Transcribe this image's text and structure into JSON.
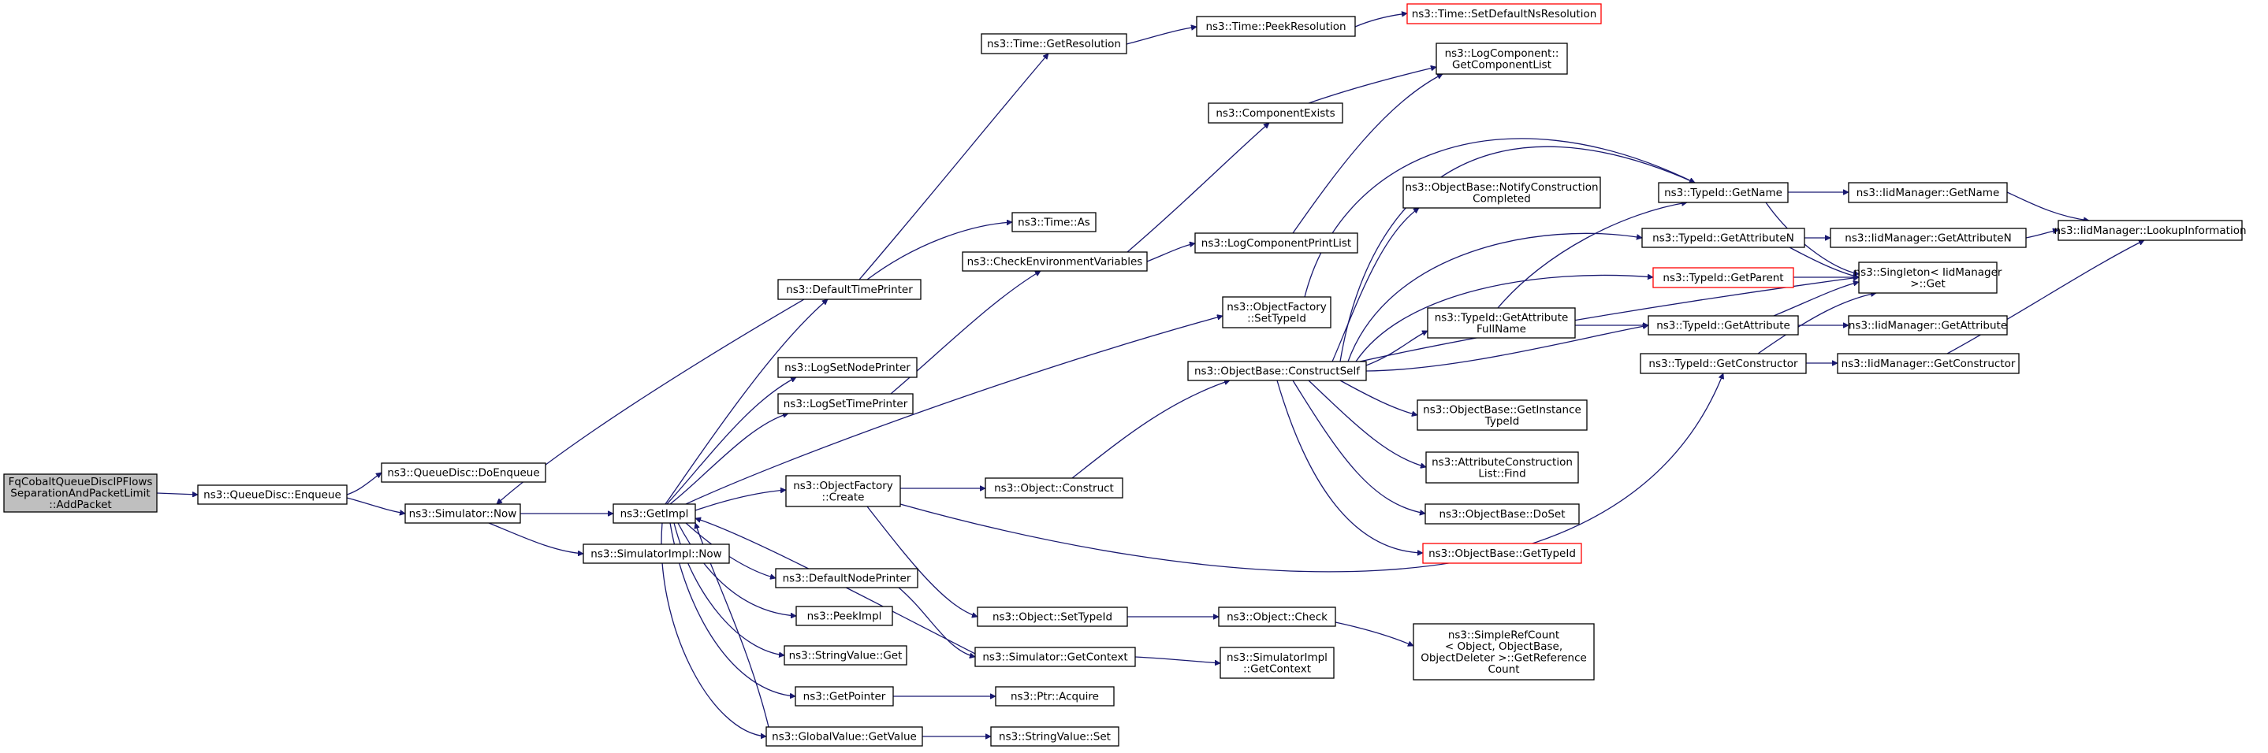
{
  "colors": {
    "edge": "#191970",
    "root_fill": "#bfbfbf",
    "truncated_border": "#ff0000"
  },
  "nodes": [
    {
      "id": "root",
      "lines": [
        "FqCobaltQueueDiscIPFlows",
        "SeparationAndPacketLimit",
        "::AddPacket"
      ],
      "root": true
    },
    {
      "id": "enq",
      "lines": [
        "ns3::QueueDisc::Enqueue"
      ]
    },
    {
      "id": "doenq",
      "lines": [
        "ns3::QueueDisc::DoEnqueue"
      ]
    },
    {
      "id": "simnow",
      "lines": [
        "ns3::Simulator::Now"
      ]
    },
    {
      "id": "simimplnow",
      "lines": [
        "ns3::SimulatorImpl::Now"
      ]
    },
    {
      "id": "getimpl",
      "lines": [
        "ns3::GetImpl"
      ]
    },
    {
      "id": "deftime",
      "lines": [
        "ns3::DefaultTimePrinter"
      ]
    },
    {
      "id": "logsetnode",
      "lines": [
        "ns3::LogSetNodePrinter"
      ]
    },
    {
      "id": "logsettime",
      "lines": [
        "ns3::LogSetTimePrinter"
      ]
    },
    {
      "id": "objfcreate",
      "lines": [
        "ns3::ObjectFactory",
        "::Create"
      ]
    },
    {
      "id": "defnode",
      "lines": [
        "ns3::DefaultNodePrinter"
      ]
    },
    {
      "id": "peekimpl",
      "lines": [
        "ns3::PeekImpl"
      ]
    },
    {
      "id": "strget",
      "lines": [
        "ns3::StringValue::Get"
      ]
    },
    {
      "id": "getptr",
      "lines": [
        "ns3::GetPointer"
      ]
    },
    {
      "id": "gvget",
      "lines": [
        "ns3::GlobalValue::GetValue"
      ]
    },
    {
      "id": "getres",
      "lines": [
        "ns3::Time::GetResolution"
      ]
    },
    {
      "id": "timeas",
      "lines": [
        "ns3::Time::As"
      ]
    },
    {
      "id": "checkenv",
      "lines": [
        "ns3::CheckEnvironmentVariables"
      ]
    },
    {
      "id": "objconstruct",
      "lines": [
        "ns3::Object::Construct"
      ]
    },
    {
      "id": "objsettid",
      "lines": [
        "ns3::Object::SetTypeId"
      ]
    },
    {
      "id": "simgetctx",
      "lines": [
        "ns3::Simulator::GetContext"
      ]
    },
    {
      "id": "ptracq",
      "lines": [
        "ns3::Ptr::Acquire"
      ]
    },
    {
      "id": "strset",
      "lines": [
        "ns3::StringValue::Set"
      ]
    },
    {
      "id": "peekres",
      "lines": [
        "ns3::Time::PeekResolution"
      ]
    },
    {
      "id": "compexists",
      "lines": [
        "ns3::ComponentExists"
      ]
    },
    {
      "id": "logcpl",
      "lines": [
        "ns3::LogComponentPrintList"
      ]
    },
    {
      "id": "ofsettid",
      "lines": [
        "ns3::ObjectFactory",
        "::SetTypeId"
      ]
    },
    {
      "id": "constructself",
      "lines": [
        "ns3::ObjectBase::ConstructSelf"
      ]
    },
    {
      "id": "objcheck",
      "lines": [
        "ns3::Object::Check"
      ]
    },
    {
      "id": "simimplctx",
      "lines": [
        "ns3::SimulatorImpl",
        "::GetContext"
      ]
    },
    {
      "id": "setdefres",
      "lines": [
        "ns3::Time::SetDefaultNsResolution"
      ],
      "truncated": true
    },
    {
      "id": "logcompget",
      "lines": [
        "ns3::LogComponent::",
        "GetComponentList"
      ]
    },
    {
      "id": "notifyconst",
      "lines": [
        "ns3::ObjectBase::NotifyConstruction",
        "Completed"
      ]
    },
    {
      "id": "getattrfull",
      "lines": [
        "ns3::TypeId::GetAttribute",
        "FullName"
      ]
    },
    {
      "id": "getinst",
      "lines": [
        "ns3::ObjectBase::GetInstance",
        "TypeId"
      ]
    },
    {
      "id": "acfind",
      "lines": [
        "ns3::AttributeConstruction",
        "List::Find"
      ]
    },
    {
      "id": "doset",
      "lines": [
        "ns3::ObjectBase::DoSet"
      ]
    },
    {
      "id": "obgettid",
      "lines": [
        "ns3::ObjectBase::GetTypeId"
      ],
      "truncated": true
    },
    {
      "id": "refcount",
      "lines": [
        "ns3::SimpleRefCount",
        "< Object, ObjectBase,",
        "ObjectDeleter >::GetReference",
        "Count"
      ]
    },
    {
      "id": "tidgetname",
      "lines": [
        "ns3::TypeId::GetName"
      ]
    },
    {
      "id": "tidgetattrn",
      "lines": [
        "ns3::TypeId::GetAttributeN"
      ]
    },
    {
      "id": "tidgetparent",
      "lines": [
        "ns3::TypeId::GetParent"
      ],
      "truncated": true
    },
    {
      "id": "tidgetattr",
      "lines": [
        "ns3::TypeId::GetAttribute"
      ]
    },
    {
      "id": "tidgetctor",
      "lines": [
        "ns3::TypeId::GetConstructor"
      ]
    },
    {
      "id": "iidgetname",
      "lines": [
        "ns3::IidManager::GetName"
      ]
    },
    {
      "id": "iidgetattrn",
      "lines": [
        "ns3::IidManager::GetAttributeN"
      ]
    },
    {
      "id": "singleton",
      "lines": [
        "ns3::Singleton< IidManager",
        ">::Get"
      ]
    },
    {
      "id": "iidgetattr",
      "lines": [
        "ns3::IidManager::GetAttribute"
      ]
    },
    {
      "id": "iidgetctor",
      "lines": [
        "ns3::IidManager::GetConstructor"
      ]
    },
    {
      "id": "iidlookup",
      "lines": [
        "ns3::IidManager::LookupInformation"
      ]
    }
  ]
}
